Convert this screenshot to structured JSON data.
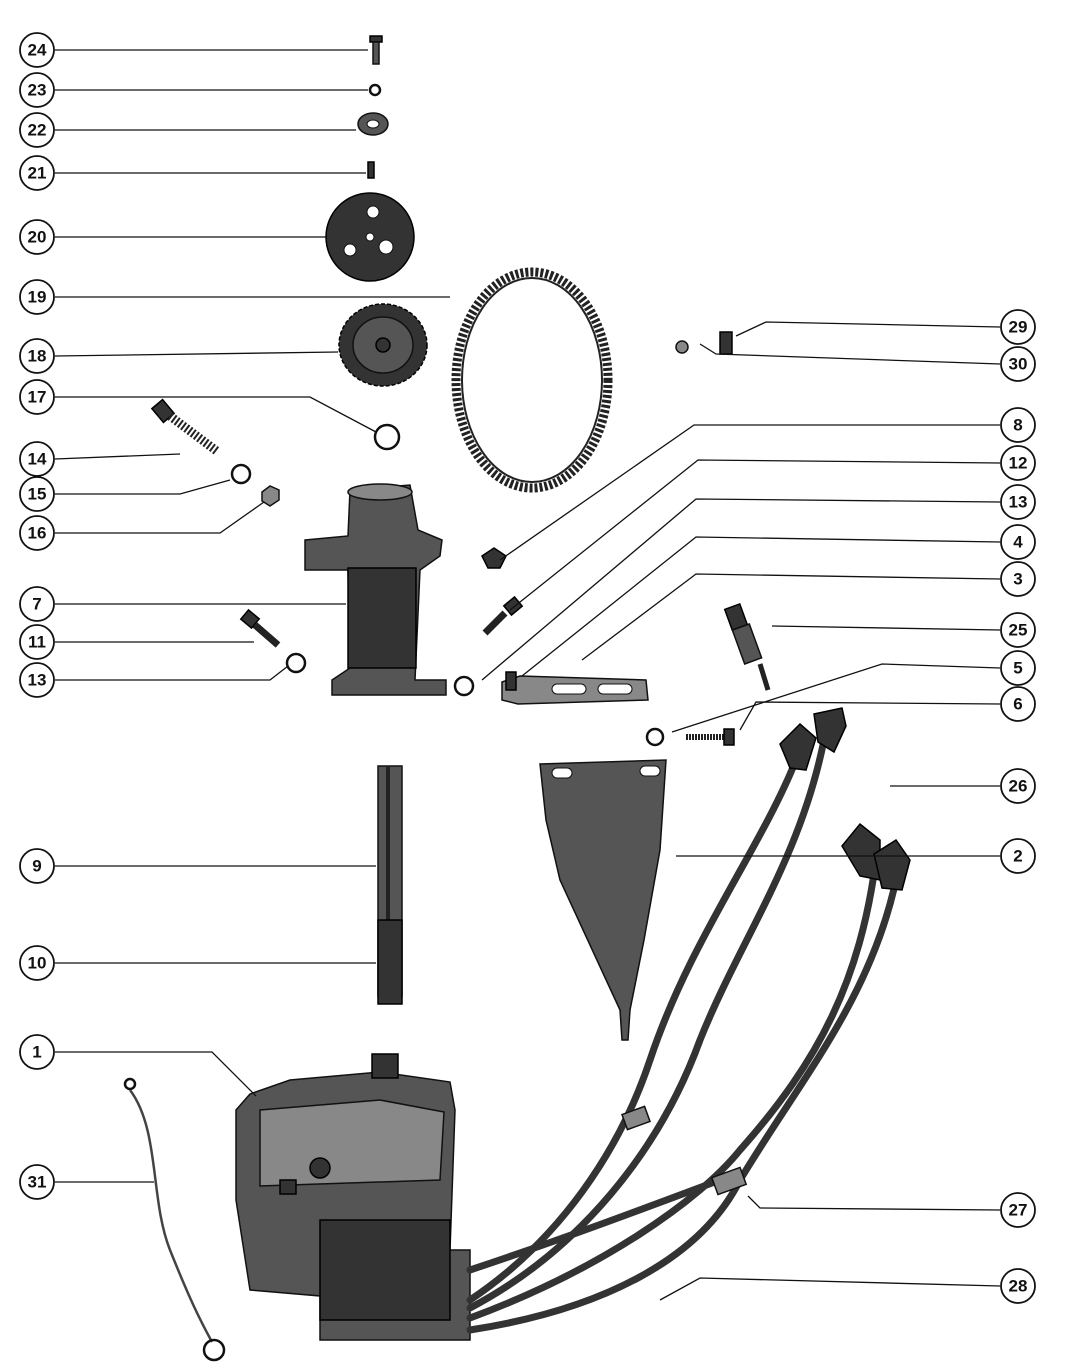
{
  "diagram": {
    "callouts": [
      {
        "id": "c24",
        "label": "24"
      },
      {
        "id": "c23",
        "label": "23"
      },
      {
        "id": "c22",
        "label": "22"
      },
      {
        "id": "c21",
        "label": "21"
      },
      {
        "id": "c20",
        "label": "20"
      },
      {
        "id": "c19",
        "label": "19"
      },
      {
        "id": "c18",
        "label": "18"
      },
      {
        "id": "c17",
        "label": "17"
      },
      {
        "id": "c14",
        "label": "14"
      },
      {
        "id": "c15",
        "label": "15"
      },
      {
        "id": "c16",
        "label": "16"
      },
      {
        "id": "c7",
        "label": "7"
      },
      {
        "id": "c11",
        "label": "11"
      },
      {
        "id": "c13a",
        "label": "13"
      },
      {
        "id": "c9",
        "label": "9"
      },
      {
        "id": "c10",
        "label": "10"
      },
      {
        "id": "c1",
        "label": "1"
      },
      {
        "id": "c31",
        "label": "31"
      },
      {
        "id": "c29",
        "label": "29"
      },
      {
        "id": "c30",
        "label": "30"
      },
      {
        "id": "c8",
        "label": "8"
      },
      {
        "id": "c12",
        "label": "12"
      },
      {
        "id": "c13b",
        "label": "13"
      },
      {
        "id": "c4",
        "label": "4"
      },
      {
        "id": "c3",
        "label": "3"
      },
      {
        "id": "c25",
        "label": "25"
      },
      {
        "id": "c5",
        "label": "5"
      },
      {
        "id": "c6",
        "label": "6"
      },
      {
        "id": "c26",
        "label": "26"
      },
      {
        "id": "c2",
        "label": "2"
      },
      {
        "id": "c27",
        "label": "27"
      },
      {
        "id": "c28",
        "label": "28"
      }
    ]
  }
}
